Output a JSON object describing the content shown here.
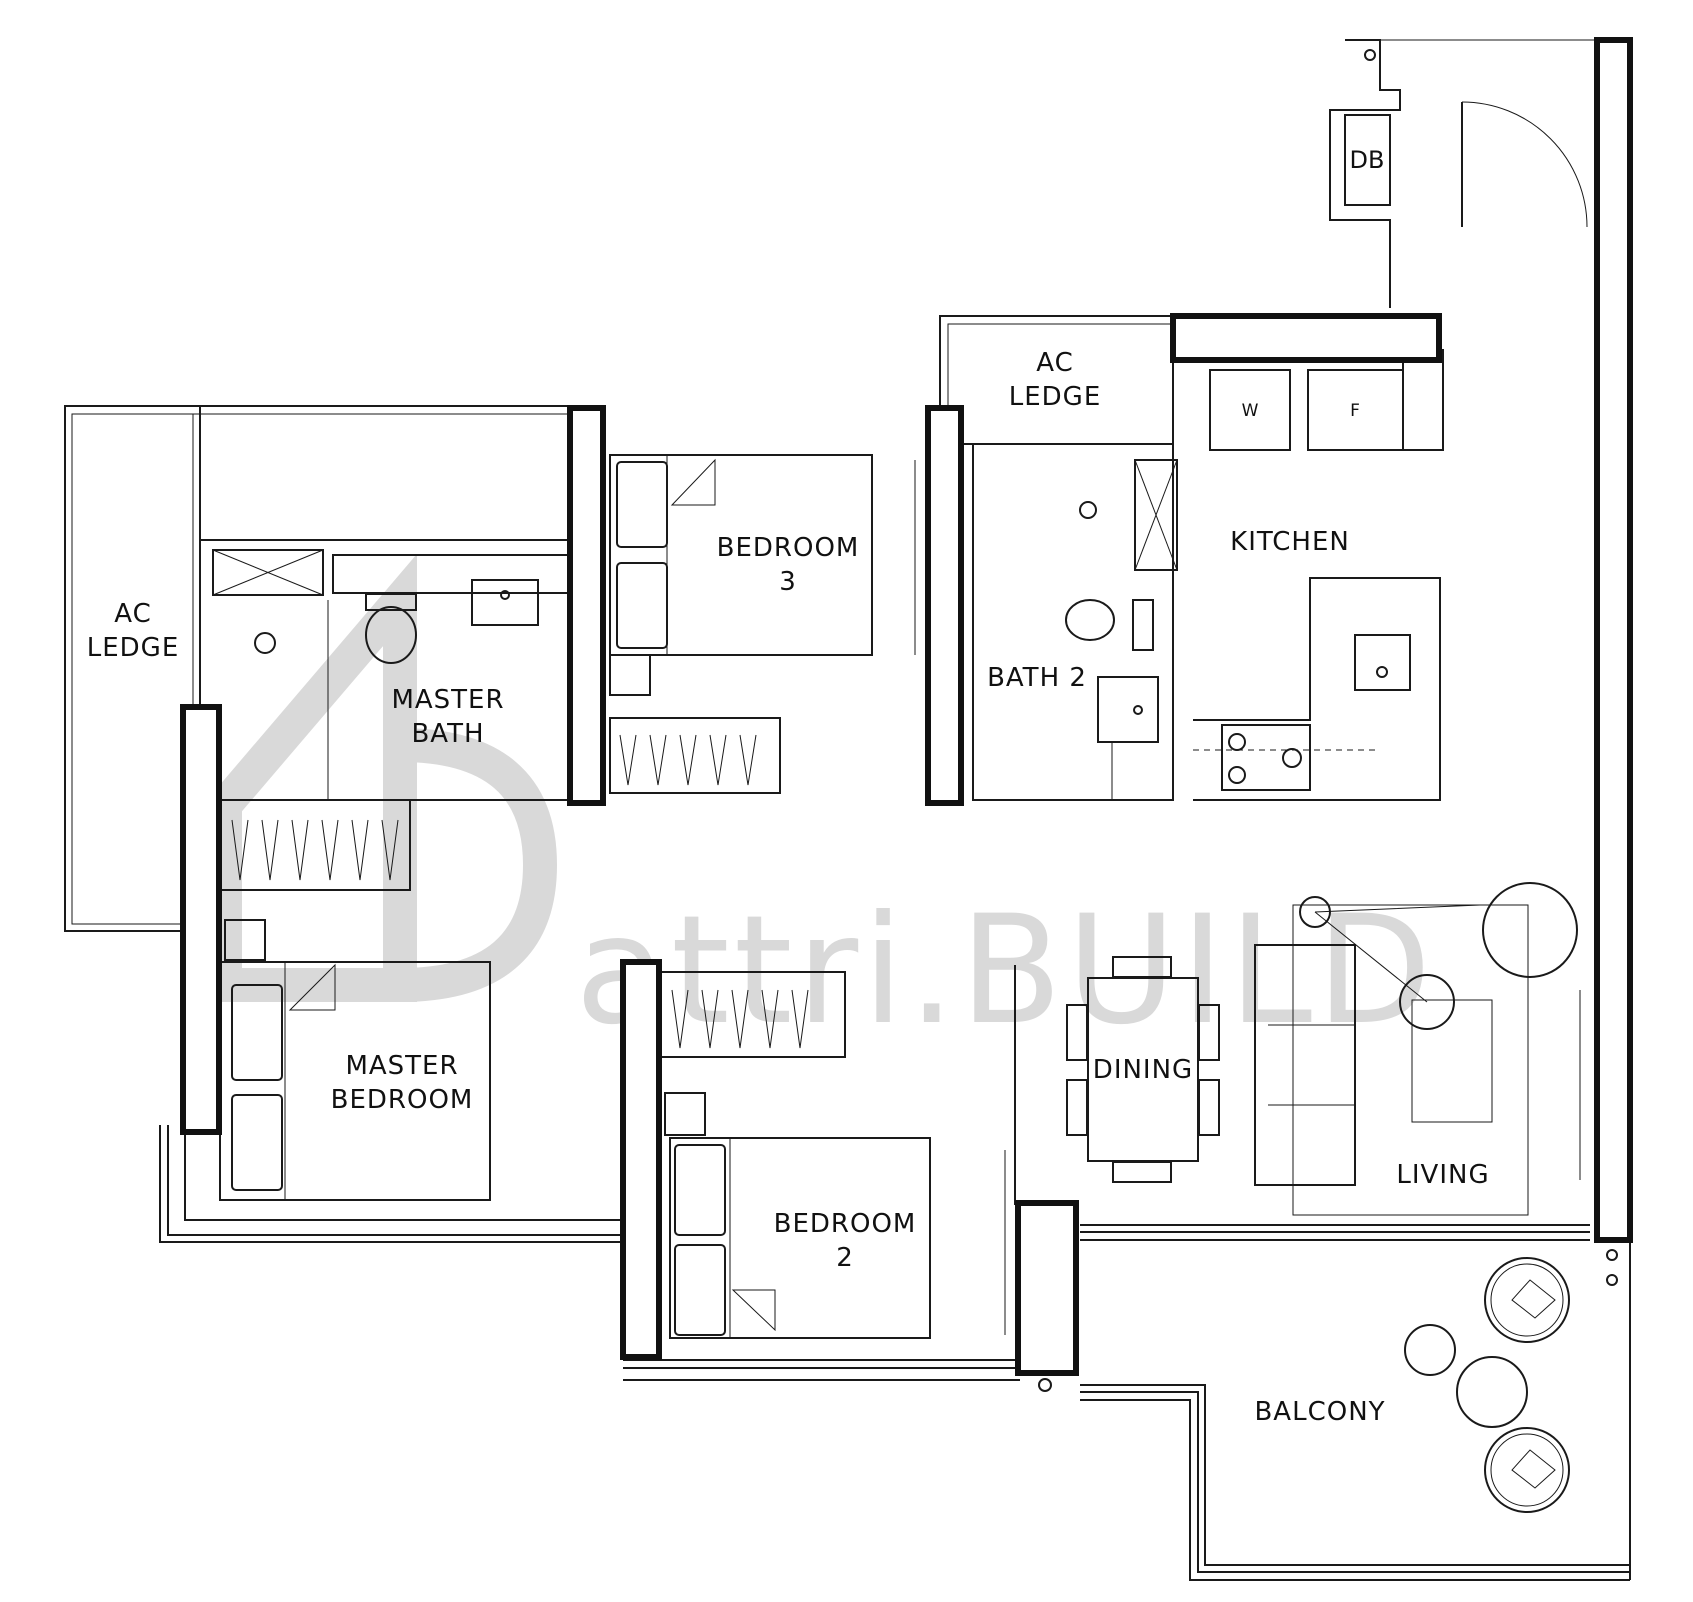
{
  "rooms": {
    "ac_ledge_top": [
      "AC",
      "LEDGE"
    ],
    "ac_ledge_left": [
      "AC",
      "LEDGE"
    ],
    "master_bath": [
      "MASTER",
      "BATH"
    ],
    "bedroom_3": [
      "BEDROOM",
      "3"
    ],
    "bath_2": "BATH 2",
    "kitchen": "KITCHEN",
    "master_bedroom": [
      "MASTER",
      "BEDROOM"
    ],
    "bedroom_2": [
      "BEDROOM",
      "2"
    ],
    "dining": "DINING",
    "living": "LIVING",
    "balcony": "BALCONY"
  },
  "appliances": {
    "washer": "W",
    "fridge": "F",
    "distribution_board": "DB"
  },
  "watermark": {
    "text": "attri.BUILD"
  },
  "colors": {
    "line": "#1a1a1a",
    "watermark": "#d9d9d9",
    "background": "#ffffff"
  }
}
